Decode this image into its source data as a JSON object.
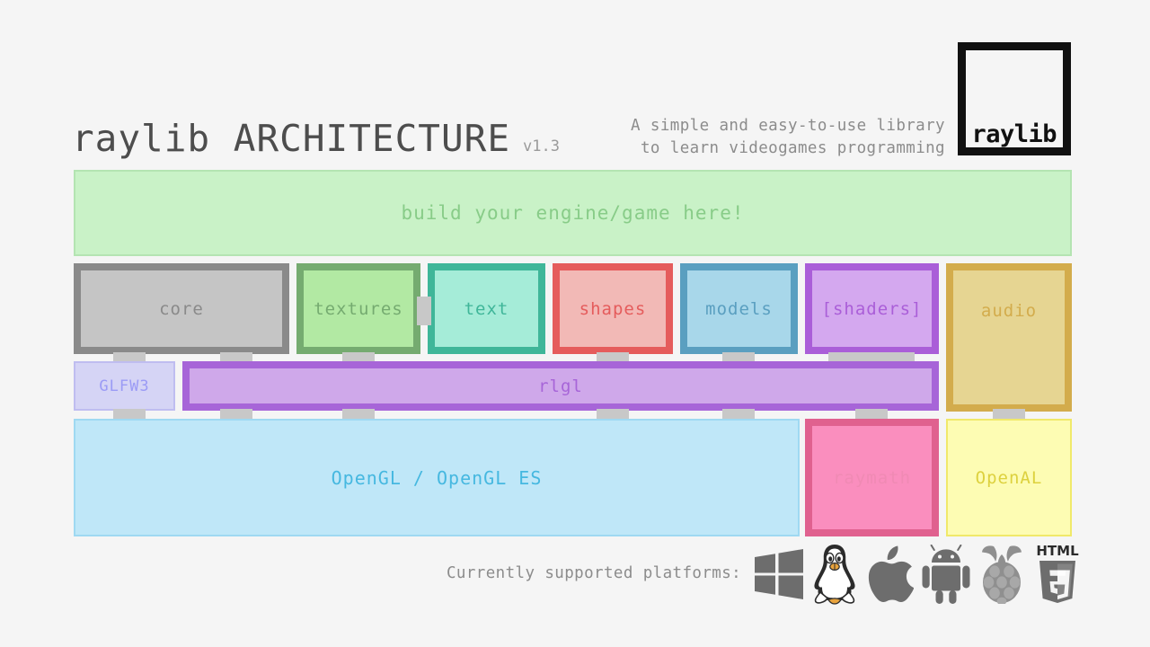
{
  "header": {
    "title": "raylib ARCHITECTURE",
    "version": "v1.3",
    "tagline_line1": "A simple and easy-to-use library",
    "tagline_line2": "to learn videogames programming",
    "logo_text": "raylib"
  },
  "diagram": {
    "user_layer": {
      "label": "build your engine/game here!"
    },
    "modules": [
      {
        "name": "core",
        "label": "core"
      },
      {
        "name": "textures",
        "label": "textures"
      },
      {
        "name": "text",
        "label": "text"
      },
      {
        "name": "shapes",
        "label": "shapes"
      },
      {
        "name": "models",
        "label": "models"
      },
      {
        "name": "shaders",
        "label": "[shaders]"
      },
      {
        "name": "audio",
        "label": "audio"
      }
    ],
    "middle_layer": [
      {
        "name": "glfw3",
        "label": "GLFW3"
      },
      {
        "name": "rlgl",
        "label": "rlgl"
      }
    ],
    "bottom_layer": [
      {
        "name": "opengl",
        "label": "OpenGL / OpenGL ES"
      },
      {
        "name": "raymath",
        "label": "raymath"
      },
      {
        "name": "openal",
        "label": "OpenAL"
      }
    ]
  },
  "footer": {
    "platforms_label": "Currently supported platforms:",
    "platforms": [
      {
        "name": "windows",
        "icon": "windows-icon"
      },
      {
        "name": "linux",
        "icon": "linux-tux-icon"
      },
      {
        "name": "apple",
        "icon": "apple-icon"
      },
      {
        "name": "android",
        "icon": "android-icon"
      },
      {
        "name": "raspberrypi",
        "icon": "raspberry-pi-icon"
      },
      {
        "name": "html5",
        "icon": "html5-icon"
      }
    ]
  },
  "colors": {
    "background": "#f5f5f5",
    "title": "#4d4d4d",
    "muted_text": "#8c8c8c",
    "core": "#8a8a8a",
    "textures": "#75ab70",
    "text": "#3fb699",
    "shapes": "#e55c5c",
    "models": "#5a9fc0",
    "shaders": "#aa5ed8",
    "audio": "#d3ac4c",
    "glfw3": "#9b9bf5",
    "rlgl": "#a765d8",
    "opengl": "#46b8e0",
    "raymath": "#e0618f",
    "openal": "#ddd13e",
    "user_layer": "#88cc88",
    "connector_tab": "#c8c8c8"
  }
}
